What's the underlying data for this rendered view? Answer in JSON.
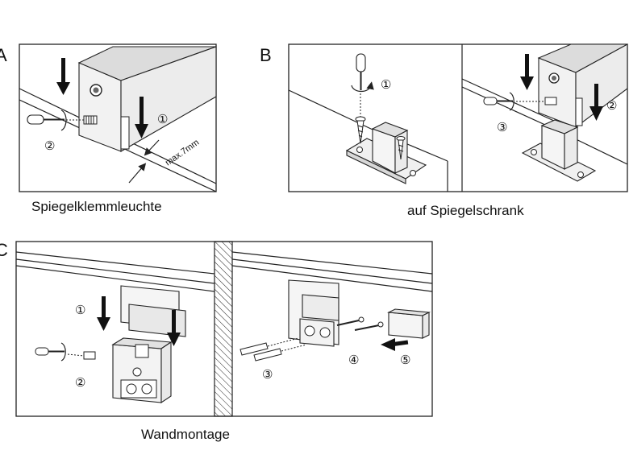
{
  "panels": [
    {
      "id": "A",
      "letter": "A",
      "caption": "Spiegelklemmleuchte",
      "step_labels": [
        "①",
        "②"
      ],
      "dimension": "max.7mm"
    },
    {
      "id": "B",
      "letter": "B",
      "caption": "auf Spiegelschrank",
      "step_labels": [
        "①",
        "②",
        "③"
      ]
    },
    {
      "id": "C",
      "letter": "C",
      "caption": "Wandmontage",
      "step_labels": [
        "①",
        "②",
        "③",
        "④",
        "⑤"
      ]
    }
  ]
}
